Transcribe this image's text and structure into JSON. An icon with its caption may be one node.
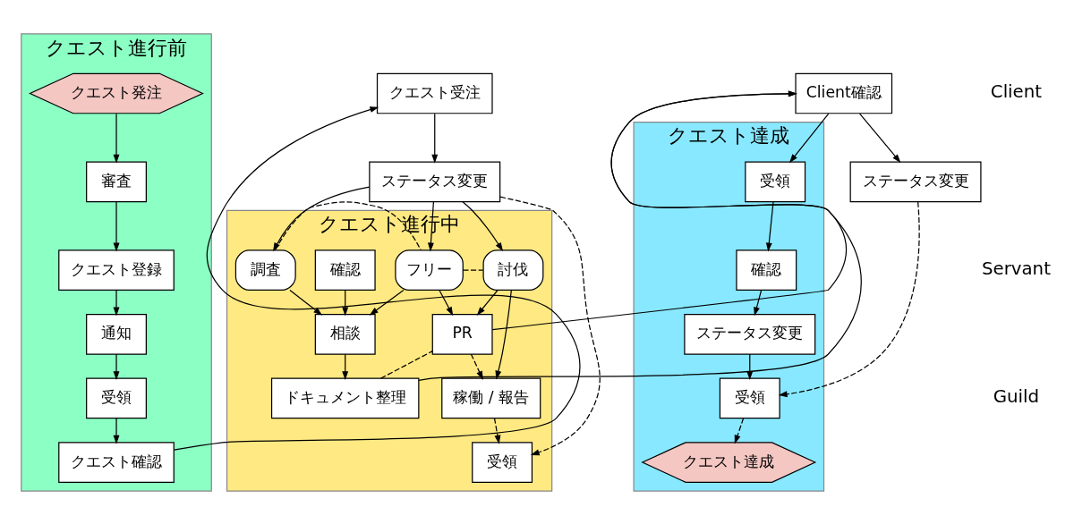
{
  "diagram": {
    "nodes": [
      {
        "text": [
          "クエスト進行前"
        ]
      },
      {
        "text": [
          "クエスト進行中"
        ]
      },
      {
        "text": [
          "クエスト達成"
        ]
      },
      {
        "text": [
          "クエスト発注"
        ],
        "in": 0
      },
      {
        "text": [
          "受領"
        ],
        "in": 0
      },
      {
        "text": [
          "クエスト確認"
        ],
        "in": 0
      },
      {
        "text": [
          "審査"
        ],
        "in": 0
      },
      {
        "text": [
          "クエスト登録"
        ],
        "in": 0
      },
      {
        "text": [
          "通知"
        ],
        "in": 0
      },
      {
        "text": [
          "クエスト受注"
        ]
      },
      {
        "text": [
          "ステータス変更"
        ]
      },
      {
        "text": [
          "確認"
        ],
        "in": 1
      },
      {
        "text": [
          "相談"
        ],
        "in": 1
      },
      {
        "text": [
          "調査"
        ],
        "in": 1
      },
      {
        "text": [
          "フリー"
        ],
        "in": 1
      },
      {
        "text": [
          "討伐"
        ],
        "in": 1
      },
      {
        "text": [
          "ドキュメント整理"
        ],
        "in": 1
      },
      {
        "text": [
          "PR"
        ],
        "in": 1
      },
      {
        "text": [
          "稼働 / 報告"
        ],
        "in": 1
      },
      {
        "text": [
          "受領"
        ],
        "in": 1
      },
      {
        "text": [
          "Client確認"
        ]
      },
      {
        "text": [
          "ステータス変更"
        ]
      },
      {
        "text": [
          "受領"
        ],
        "in": 2
      },
      {
        "text": [
          "確認"
        ],
        "in": 2
      },
      {
        "text": [
          "ステータス変更"
        ],
        "in": 2
      },
      {
        "text": [
          "受領"
        ],
        "in": 2
      },
      {
        "text": [
          "クエスト達成"
        ],
        "in": 2
      }
    ],
    "edges": [
      {
        "from": 3,
        "to": 6,
        "arrow": "to"
      },
      {
        "from": 6,
        "to": 7,
        "arrow": "to"
      },
      {
        "from": 7,
        "to": 8,
        "arrow": "to"
      },
      {
        "from": 8,
        "to": 4,
        "arrow": "to"
      },
      {
        "from": 4,
        "to": 5,
        "arrow": "to"
      },
      {
        "from": 5,
        "to": 9,
        "arrow": "to"
      },
      {
        "from": 9,
        "to": 10,
        "arrow": "to"
      },
      {
        "from": 10,
        "to": 13,
        "arrow": "to"
      },
      {
        "from": 10,
        "to": 14,
        "arrow": "to"
      },
      {
        "from": 10,
        "to": 15,
        "arrow": "to"
      },
      {
        "from": 13,
        "to": 14,
        "arrow": "none",
        "style": "dashed"
      },
      {
        "from": 14,
        "to": 15,
        "arrow": "none",
        "style": "dashed"
      },
      {
        "from": 11,
        "to": 12,
        "arrow": "to"
      },
      {
        "from": 13,
        "to": 12,
        "arrow": "to"
      },
      {
        "from": 14,
        "to": 12,
        "arrow": "to"
      },
      {
        "from": 14,
        "to": 17,
        "arrow": "to"
      },
      {
        "from": 15,
        "to": 17,
        "arrow": "to"
      },
      {
        "from": 12,
        "to": 16,
        "arrow": "to"
      },
      {
        "from": 16,
        "to": 17,
        "arrow": "none",
        "style": "dashed"
      },
      {
        "from": 15,
        "to": 18,
        "arrow": "to"
      },
      {
        "from": 17,
        "to": 18,
        "arrow": "to",
        "style": "dashed"
      },
      {
        "from": 10,
        "to": 19,
        "arrow": "to",
        "style": "dashed"
      },
      {
        "from": 18,
        "to": 19,
        "arrow": "to",
        "style": "dashed"
      },
      {
        "from": 16,
        "to": 20,
        "arrow": "to"
      },
      {
        "from": 17,
        "to": 20,
        "arrow": "to"
      },
      {
        "from": 20,
        "to": 22,
        "arrow": "to"
      },
      {
        "from": 20,
        "to": 21,
        "arrow": "to"
      },
      {
        "from": 22,
        "to": 23,
        "arrow": "to"
      },
      {
        "from": 23,
        "to": 24,
        "arrow": "to"
      },
      {
        "from": 24,
        "to": 25,
        "arrow": "to"
      },
      {
        "from": 21,
        "to": 25,
        "arrow": "to",
        "style": "dashed"
      },
      {
        "from": 25,
        "to": 26,
        "arrow": "to",
        "style": "dashed"
      }
    ],
    "labels": [
      "Client",
      "Servant",
      "Guild"
    ]
  }
}
